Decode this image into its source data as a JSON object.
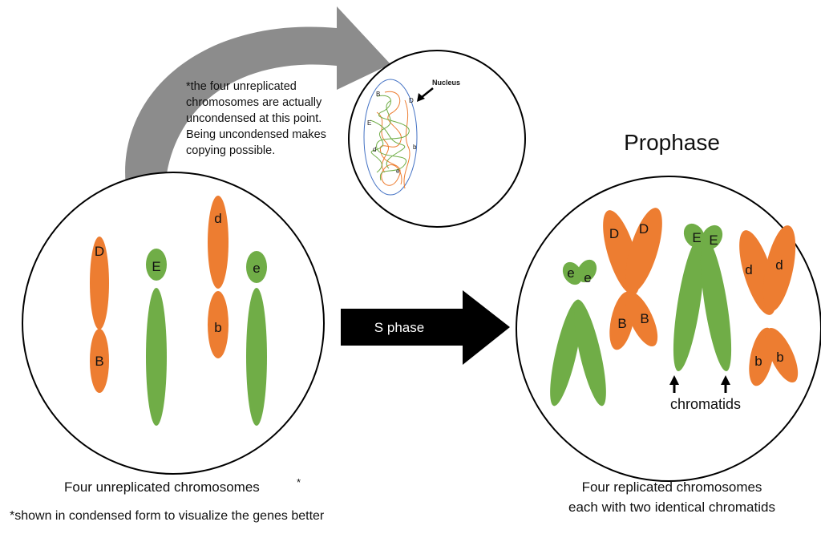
{
  "colors": {
    "orange": "#ED7D31",
    "green": "#70AD47",
    "gray": "#8c8c8c",
    "nucleus_border": "#4472C4"
  },
  "note": {
    "lines": [
      "*the four unreplicated",
      "chromosomes are actually",
      "uncondensed at this point.",
      "Being uncondensed makes",
      "copying possible."
    ]
  },
  "nucleus": {
    "label": "Nucleus",
    "genes": [
      "B",
      "D",
      "E",
      "d",
      "b",
      "e"
    ]
  },
  "left": {
    "genes": {
      "D": "D",
      "B": "B",
      "E": "E",
      "d": "d",
      "b": "b",
      "e": "e"
    },
    "caption": "Four unreplicated chromosomes",
    "caption_star": "*",
    "footnote": "*shown in condensed form to visualize the genes better"
  },
  "arrow": {
    "label": "S phase"
  },
  "right": {
    "title": "Prophase",
    "genes": {
      "e1": "e",
      "e2": "e",
      "D1": "D",
      "D2": "D",
      "B1": "B",
      "B2": "B",
      "E1": "E",
      "E2": "E",
      "d1": "d",
      "d2": "d",
      "b1": "b",
      "b2": "b"
    },
    "chromatids_label": "chromatids",
    "caption_line1": "Four replicated chromosomes",
    "caption_line2": "each with two identical chromatids"
  }
}
